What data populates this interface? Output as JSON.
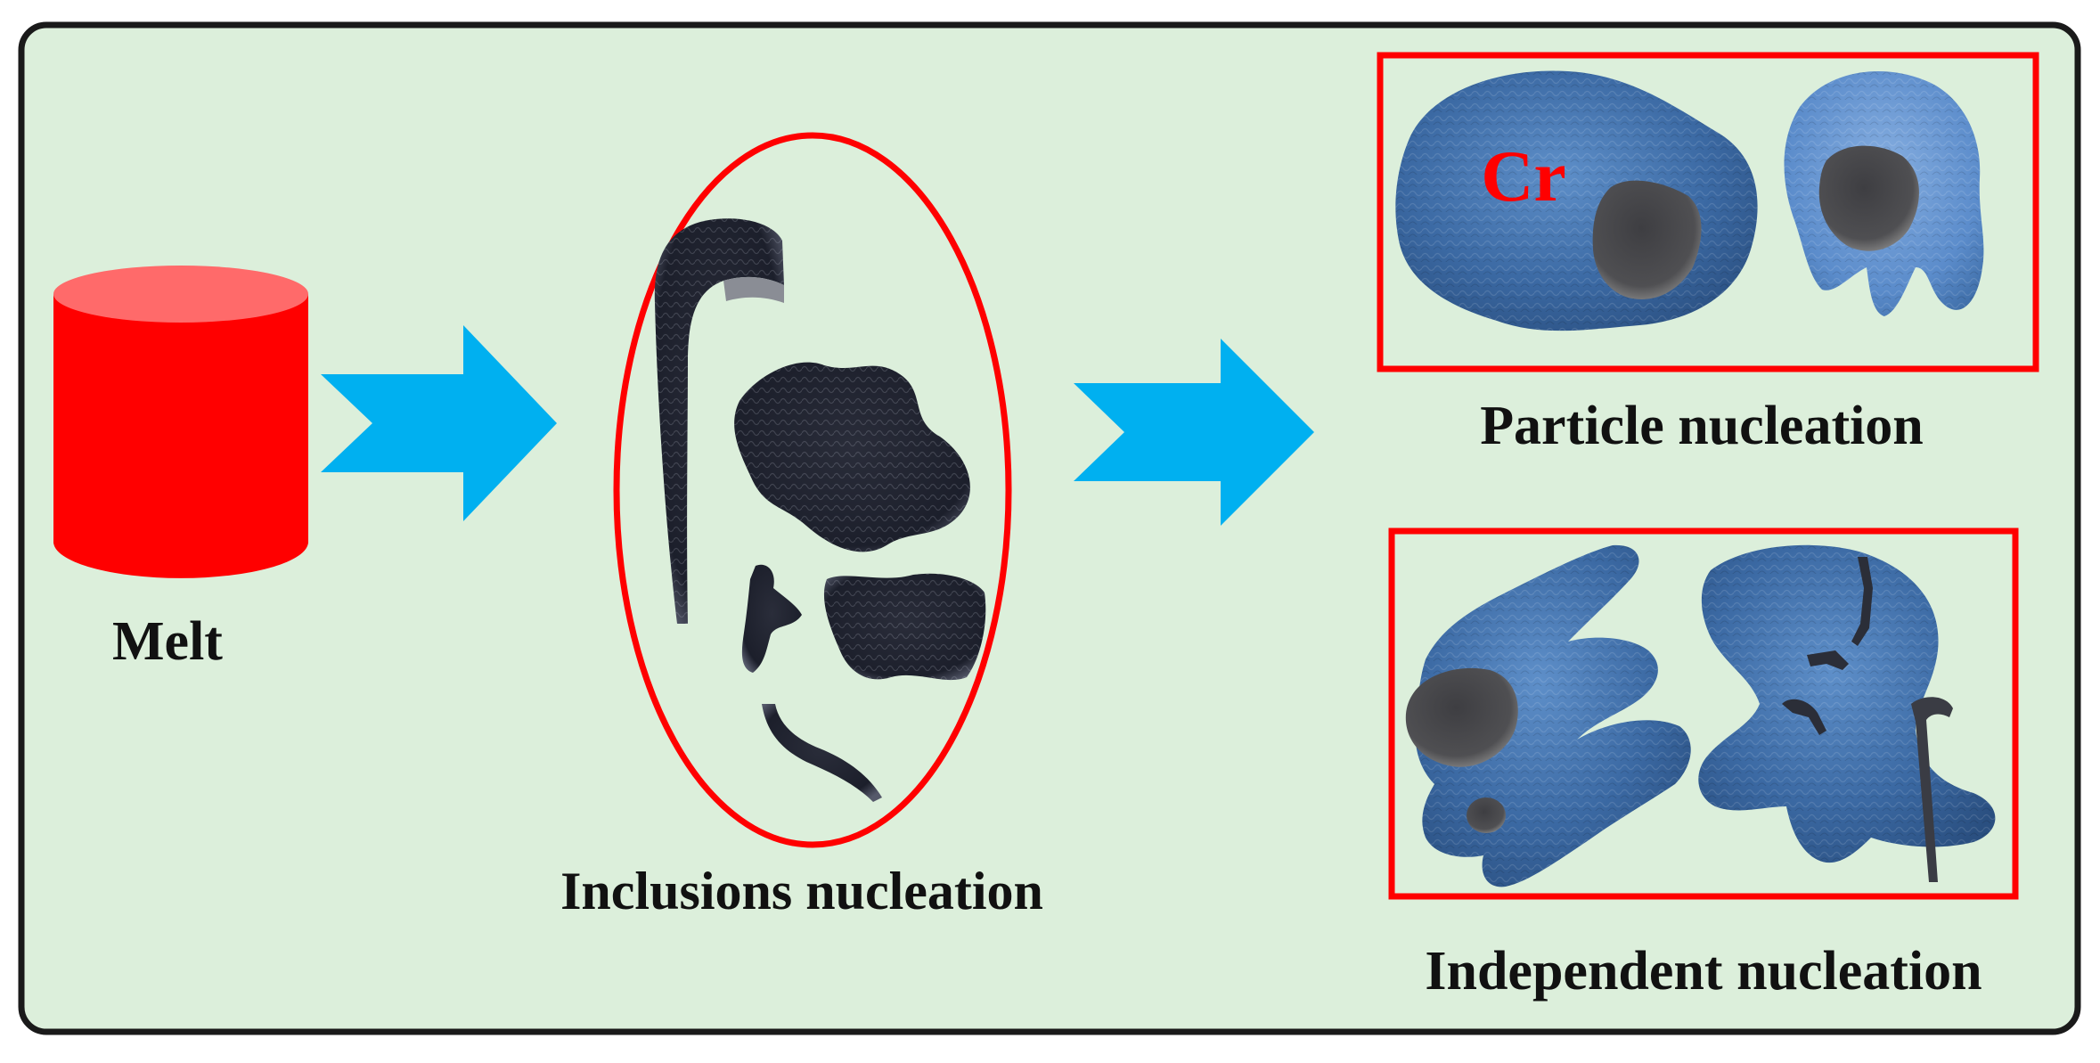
{
  "labels": {
    "melt": "Melt",
    "inclusions": "Inclusions nucleation",
    "particle": "Particle nucleation",
    "independent": "Independent nucleation",
    "cr": "Cr"
  },
  "colors": {
    "panel_bg": "#dcefdb",
    "panel_border": "#1a1a1a",
    "cylinder": "#ff0000",
    "cylinder_top": "#ff6a6a",
    "arrow": "#00b0f0",
    "highlight_red": "#ff0000",
    "inclusion_dark": "#1e2130",
    "grain_blue": "#3d6fa8",
    "cr_text": "#ff0000"
  },
  "icons": {
    "melt": "red-cylinder-icon",
    "arrow": "chevron-arrow-icon"
  }
}
